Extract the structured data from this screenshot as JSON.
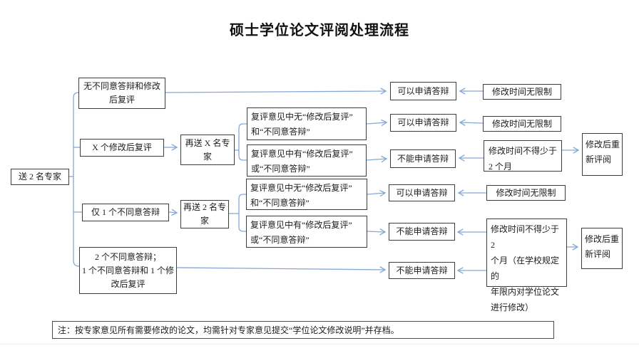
{
  "title": "硕士学位论文评阅处理流程",
  "colors": {
    "connector": "#85a8d4",
    "box_border": "#3d3d3d",
    "text": "#1c1c1c"
  },
  "flowchart": {
    "nodes": {
      "start": {
        "lines": [
          "送 2 名专家"
        ]
      },
      "b1": {
        "lines": [
          "无不同意答辩和修改",
          "后复评"
        ]
      },
      "b2": {
        "lines": [
          "X 个修改后复评"
        ]
      },
      "b3": {
        "lines": [
          "仅 1 个不同意答辩"
        ]
      },
      "b4": {
        "lines": [
          "2 个不同意答辩；",
          "1 个不同意答辩和 1 个修",
          "改后复评"
        ]
      },
      "r1": {
        "lines": [
          "再送 X 名专",
          "家"
        ]
      },
      "r2": {
        "lines": [
          "再送 2 名专",
          "家"
        ]
      },
      "cA": {
        "lines": [
          "复评意见中无“修改后复评”",
          "和“不同意答辩”"
        ]
      },
      "cB": {
        "lines": [
          "复评意见中有“修改后复评”",
          "或“不同意答辩”"
        ]
      },
      "cC": {
        "lines": [
          "复评意见中无“修改后复评”",
          "和“不同意答辩”"
        ]
      },
      "cD": {
        "lines": [
          "复评意见中有“修改后复评”",
          "或“不同意答辩”"
        ]
      },
      "k1": {
        "lines": [
          "可以申请答辩"
        ]
      },
      "k2": {
        "lines": [
          "可以申请答辩"
        ]
      },
      "n3": {
        "lines": [
          "不能申请答辩"
        ]
      },
      "k4": {
        "lines": [
          "可以申请答辩"
        ]
      },
      "n5": {
        "lines": [
          "不能申请答辩"
        ]
      },
      "n6": {
        "lines": [
          "不能申请答辩"
        ]
      },
      "t1": {
        "lines": [
          "修改时间无限制"
        ]
      },
      "t2": {
        "lines": [
          "修改时间无限制"
        ]
      },
      "t3": {
        "lines": [
          "修改时间不得少于",
          "2 个月"
        ]
      },
      "t4": {
        "lines": [
          "修改时间无限制"
        ]
      },
      "t5": {
        "lines": [
          "修改时间不得少于 2",
          "个月（在学校规定的",
          "年限内对学位论文",
          "进行修改）"
        ]
      },
      "m1": {
        "lines": [
          "修改后重",
          "新评阅"
        ]
      },
      "m2": {
        "lines": [
          "修改后重",
          "新评阅"
        ]
      }
    },
    "edges": [
      {
        "from": "start",
        "to": "b1",
        "style": "line"
      },
      {
        "from": "start",
        "to": "b2",
        "style": "line"
      },
      {
        "from": "start",
        "to": "b3",
        "style": "line"
      },
      {
        "from": "start",
        "to": "b4",
        "style": "line"
      },
      {
        "from": "b1",
        "to": "k1",
        "style": "arrow"
      },
      {
        "from": "b2",
        "to": "r1",
        "style": "arrow"
      },
      {
        "from": "r1",
        "to": "cA",
        "style": "line"
      },
      {
        "from": "r1",
        "to": "cB",
        "style": "line"
      },
      {
        "from": "cA",
        "to": "k2",
        "style": "arrow"
      },
      {
        "from": "cB",
        "to": "n3",
        "style": "arrow"
      },
      {
        "from": "b3",
        "to": "r2",
        "style": "arrow"
      },
      {
        "from": "r2",
        "to": "cC",
        "style": "line"
      },
      {
        "from": "r2",
        "to": "cD",
        "style": "line"
      },
      {
        "from": "cC",
        "to": "k4",
        "style": "arrow"
      },
      {
        "from": "cD",
        "to": "n5",
        "style": "arrow"
      },
      {
        "from": "b4",
        "to": "n6",
        "style": "arrow"
      },
      {
        "from": "t1",
        "to": "k1",
        "style": "arrow"
      },
      {
        "from": "t2",
        "to": "k2",
        "style": "arrow"
      },
      {
        "from": "t3",
        "to": "n3",
        "style": "arrow"
      },
      {
        "from": "t3",
        "to": "m1",
        "style": "arrow"
      },
      {
        "from": "t4",
        "to": "k4",
        "style": "arrow"
      },
      {
        "from": "t5",
        "to": "n5",
        "style": "arrow"
      },
      {
        "from": "t5",
        "to": "n6",
        "style": "arrow"
      },
      {
        "from": "t5",
        "to": "m2",
        "style": "arrow"
      }
    ],
    "note": "注：按专家意见所有需要修改的论文，均需针对专家意见提交“学位论文修改说明”并存档。"
  }
}
